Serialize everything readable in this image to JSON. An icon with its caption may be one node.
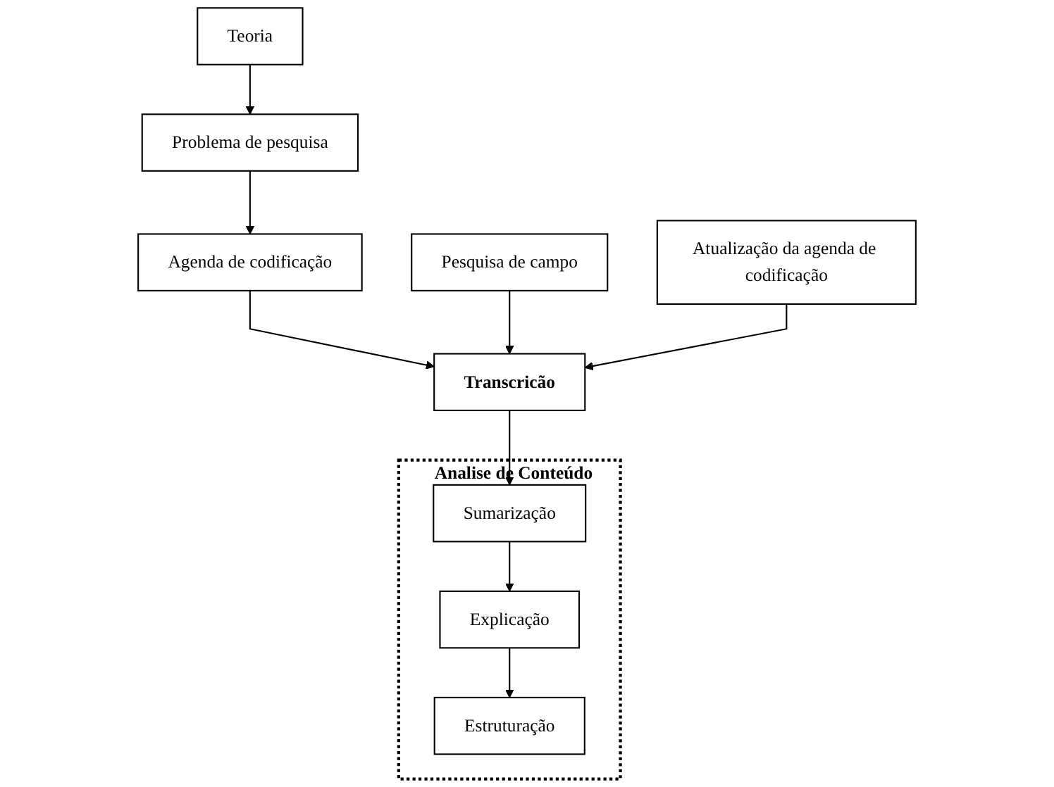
{
  "diagram": {
    "nodes": [
      {
        "text": [
          "Teoria"
        ]
      },
      {
        "text": [
          "Problema de pesquisa"
        ]
      },
      {
        "text": [
          "Agenda de codificação"
        ]
      },
      {
        "text": [
          "Pesquisa de campo"
        ]
      },
      {
        "text": [
          "Transcricão"
        ]
      },
      {
        "text": [
          "Analise de Conteúdo"
        ]
      },
      {
        "text": [
          "Sumarização"
        ],
        "in": 5
      },
      {
        "text": [
          "Explicação"
        ],
        "in": 5
      },
      {
        "text": [
          "Estruturação"
        ],
        "in": 5
      },
      {
        "text": [
          "Atualização da agenda de codificação"
        ]
      }
    ],
    "edges": [
      {
        "from": 0,
        "to": 1,
        "arrow": "to"
      },
      {
        "from": 1,
        "to": 2,
        "arrow": "to"
      },
      {
        "from": 2,
        "to": 4,
        "arrow": "to"
      },
      {
        "from": 3,
        "to": 4,
        "arrow": "to"
      },
      {
        "from": 9,
        "to": 4,
        "arrow": "to"
      },
      {
        "from": 4,
        "to": 6,
        "arrow": "to"
      },
      {
        "from": 6,
        "to": 7,
        "arrow": "to"
      },
      {
        "from": 7,
        "to": 8,
        "arrow": "to"
      }
    ]
  }
}
